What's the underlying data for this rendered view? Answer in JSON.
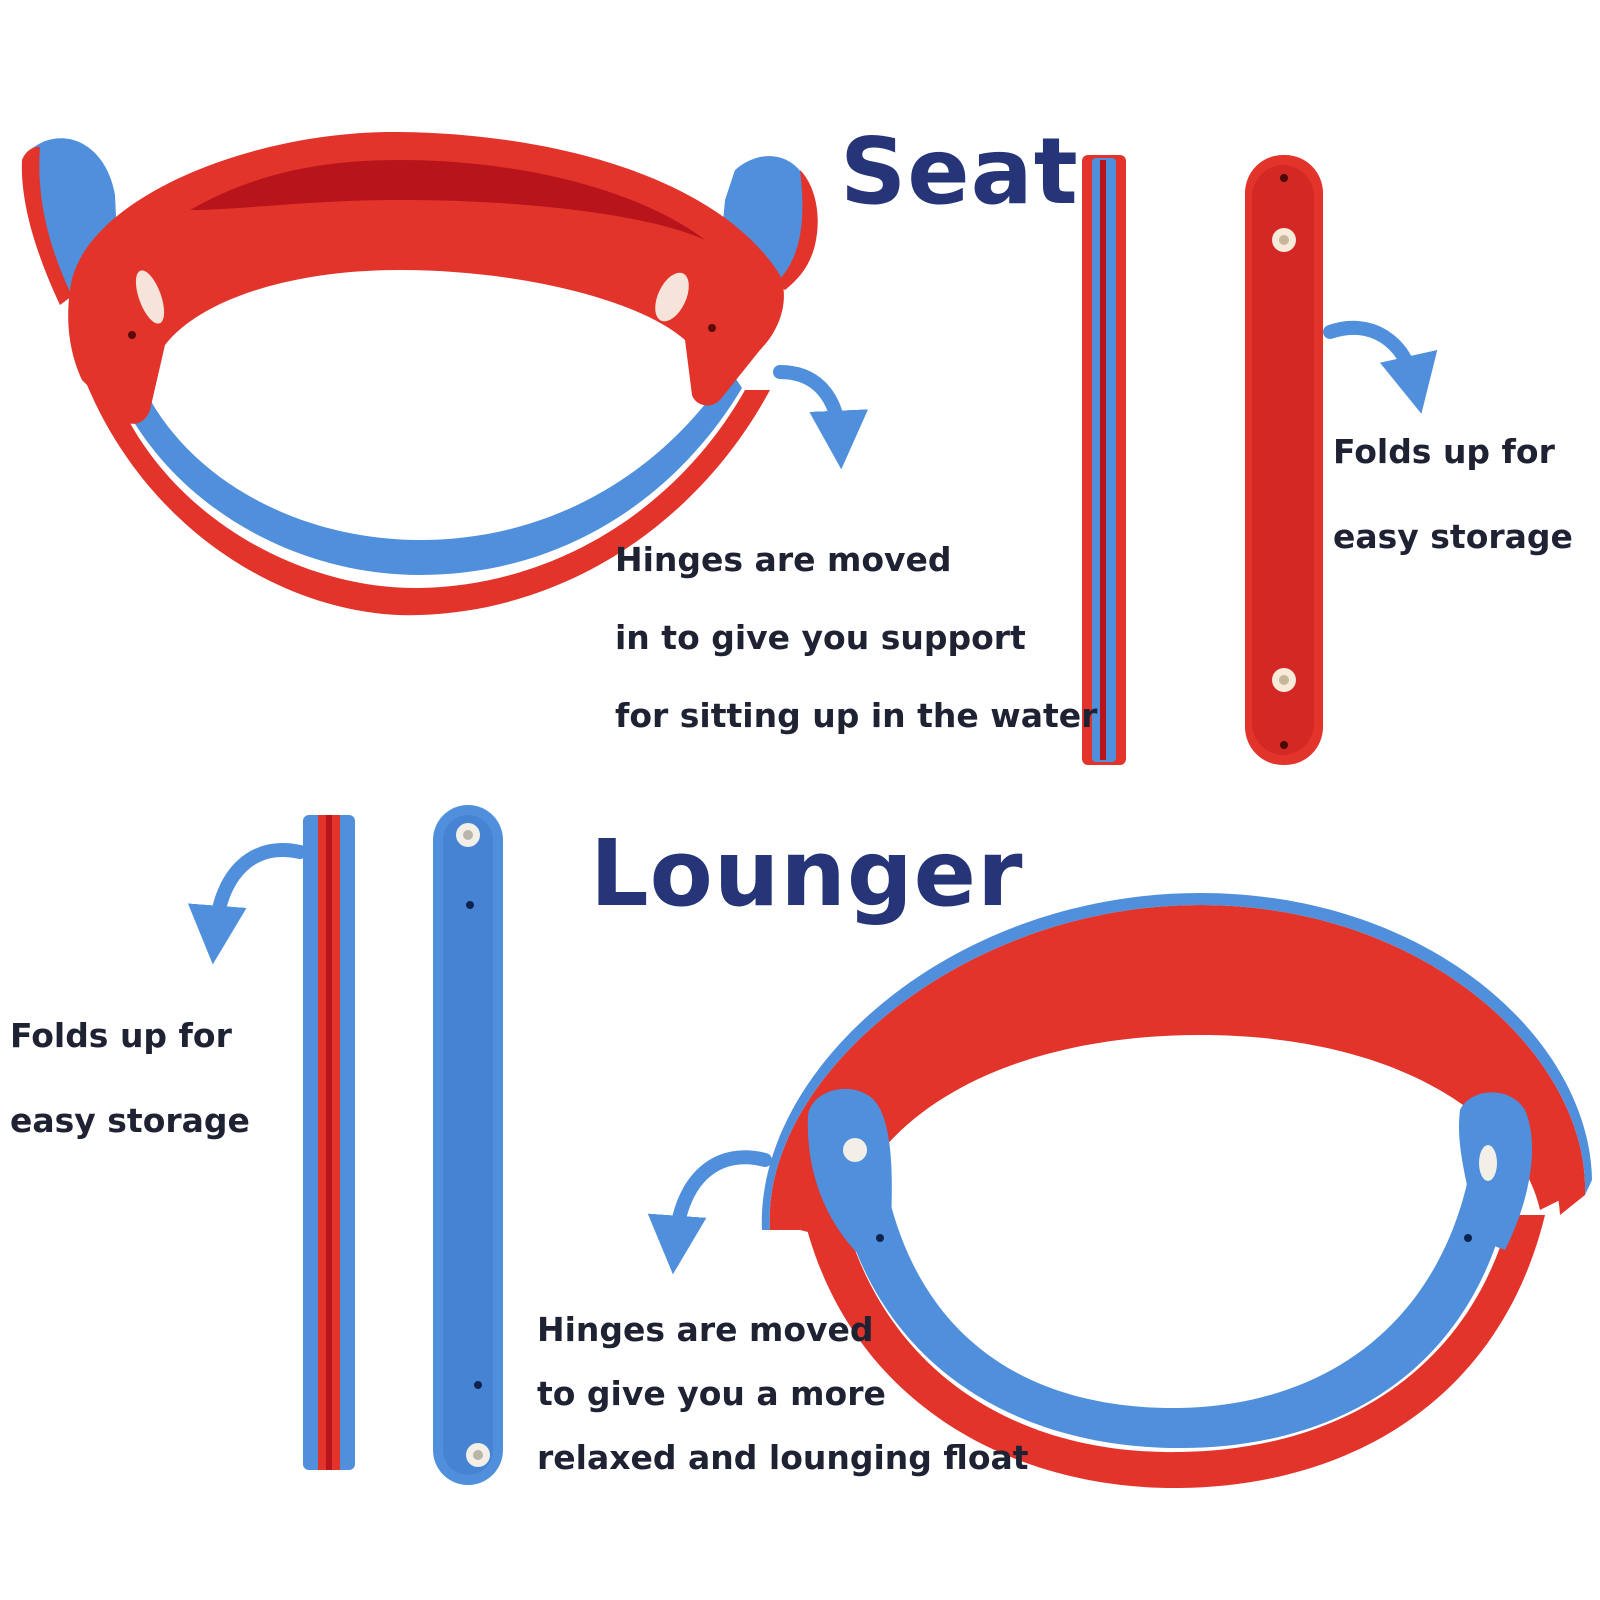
{
  "colors": {
    "foam_red": "#e3342b",
    "foam_red_dark": "#b8141b",
    "foam_blue": "#4f8fdc",
    "foam_blue_dark": "#2a63b8",
    "heading_navy": "#263478",
    "caption_ink": "#1e2233"
  },
  "seat": {
    "heading": "Seat",
    "hinge_caption": [
      "Hinges are moved",
      "in to give you support",
      "for sitting up in the water"
    ],
    "fold_caption": [
      "Folds up for",
      "easy storage"
    ]
  },
  "lounger": {
    "heading": "Lounger",
    "fold_caption": [
      "Folds up for",
      "easy storage"
    ],
    "hinge_caption": [
      "Hinges are moved",
      "to give you a more",
      "relaxed and lounging float"
    ]
  },
  "icons": {
    "seat_hinge_arrow": "curved-arrow-down-right-icon",
    "seat_fold_arrow": "curved-arrow-down-right-icon",
    "lounger_fold_arrow": "curved-arrow-down-left-icon",
    "lounger_hinge_arrow": "curved-arrow-down-left-icon"
  }
}
